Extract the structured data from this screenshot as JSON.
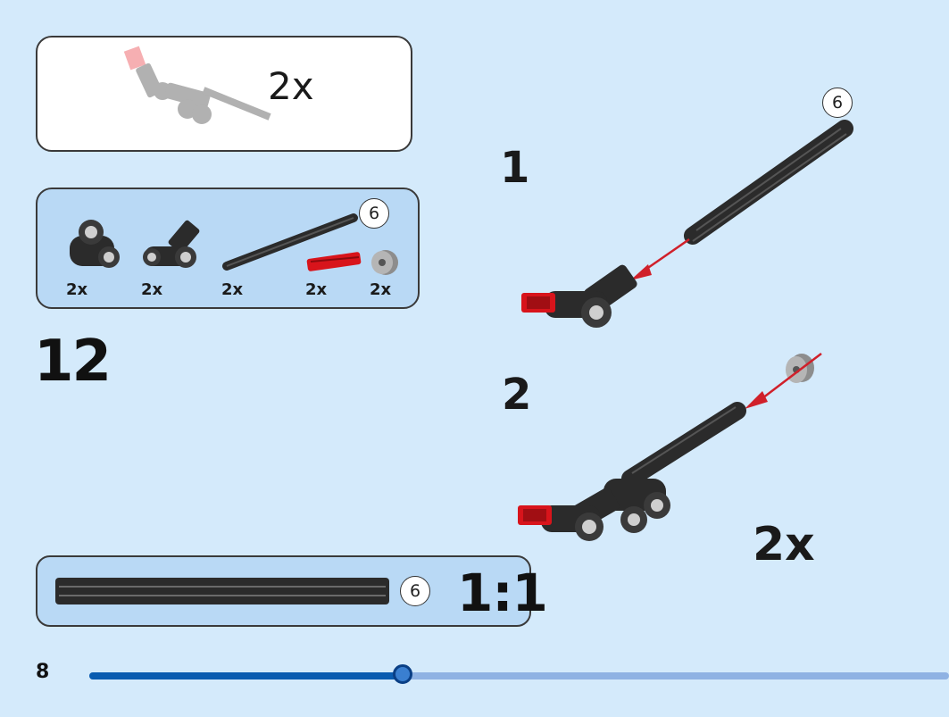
{
  "preview": {
    "quantity": "2x"
  },
  "parts": [
    {
      "name": "double-connector",
      "quantity": "2x"
    },
    {
      "name": "angled-connector",
      "quantity": "2x"
    },
    {
      "name": "black-axle",
      "quantity": "2x"
    },
    {
      "name": "red-axle",
      "quantity": "2x"
    },
    {
      "name": "bush",
      "quantity": "2x"
    }
  ],
  "parts_callout": "6",
  "step_number": "12",
  "sub_steps": [
    {
      "number": "1",
      "callout": "6"
    },
    {
      "number": "2"
    }
  ],
  "sub_step_quantity": "2x",
  "scale": {
    "callout": "6",
    "label": "1:1"
  },
  "page_number": "8",
  "progress": {
    "fraction": 0.365
  },
  "colors": {
    "background": "#d4eafb",
    "part_black": "#2b2b2b",
    "part_red": "#d8141b",
    "arrow_red": "#d0202a",
    "progress_fill": "#0a5cb0",
    "progress_track": "#8fb2e3"
  }
}
